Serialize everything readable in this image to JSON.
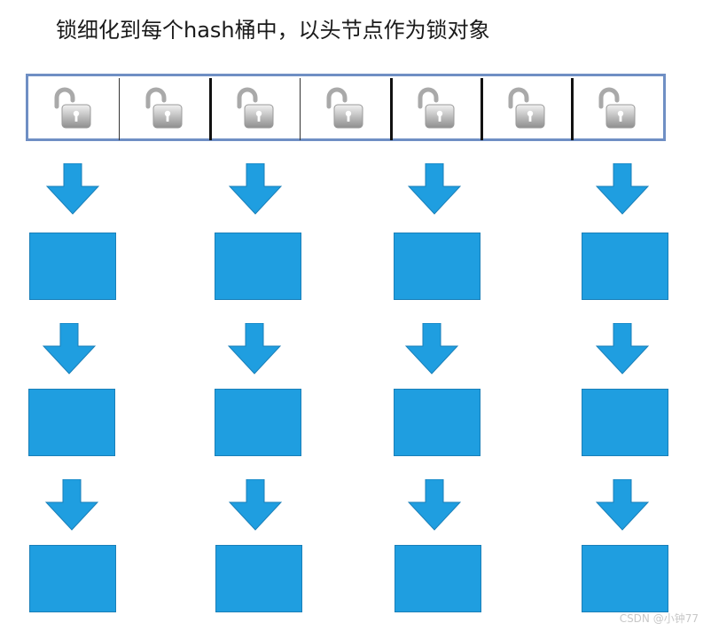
{
  "title": "锁细化到每个hash桶中，以头节点作为锁对象",
  "watermark": "CSDN @小钟77",
  "colors": {
    "bar_border": "#6f8fc4",
    "node_fill": "#1f9ee0",
    "arrow_fill": "#1f9ee0"
  },
  "locks": [
    {
      "icon": "unlocked-padlock-icon"
    },
    {
      "icon": "unlocked-padlock-icon"
    },
    {
      "icon": "unlocked-padlock-icon"
    },
    {
      "icon": "unlocked-padlock-icon"
    },
    {
      "icon": "unlocked-padlock-icon"
    },
    {
      "icon": "unlocked-padlock-icon"
    },
    {
      "icon": "unlocked-padlock-icon"
    }
  ],
  "chains": [
    {
      "nodes": 3
    },
    {
      "nodes": 3
    },
    {
      "nodes": 3
    },
    {
      "nodes": 3
    }
  ]
}
